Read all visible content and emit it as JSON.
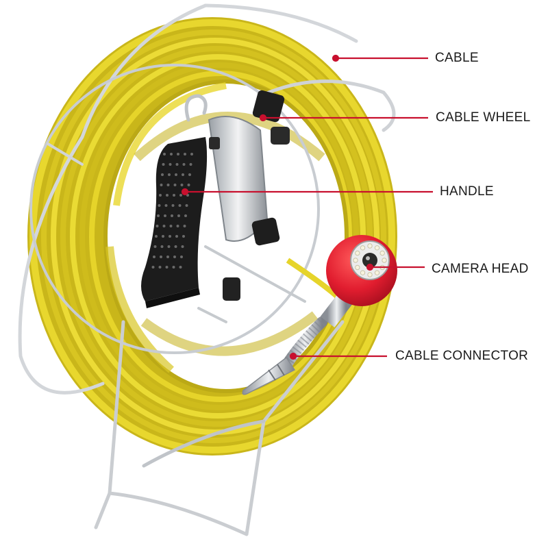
{
  "labels": {
    "cable": "CABLE",
    "cable_wheel": "CABLE WHEEL",
    "handle": "HANDLE",
    "camera_head": "CAMERA HEAD",
    "cable_connector": "CABLE CONNECTOR"
  },
  "colors": {
    "cable_yellow": "#e6d42a",
    "cable_shadow": "#b9a614",
    "pointer_red": "#c8102e",
    "camera_red": "#e11d2f",
    "frame_steel": "#c9ccd0",
    "handle_black": "#1c1c1c",
    "text": "#1a1a1a"
  }
}
